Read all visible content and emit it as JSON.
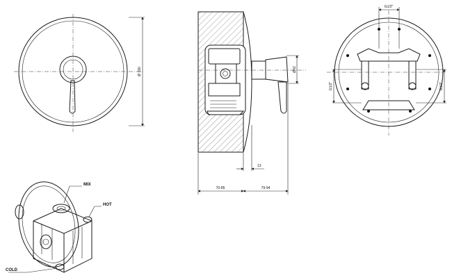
{
  "views": {
    "front": {
      "dim_diameter": "Ø 190"
    },
    "section": {
      "dim_knob": "Ø42",
      "dim_offset": "13",
      "dim_left": "70-85",
      "dim_right": "79-94"
    },
    "rear": {
      "dim_top": "G1/2\"",
      "dim_left": "G1/2\"",
      "dim_right": "G1/2\""
    },
    "iso": {
      "label_mix": "MIX",
      "label_hot": "HOT",
      "label_cold": "COLD"
    }
  }
}
